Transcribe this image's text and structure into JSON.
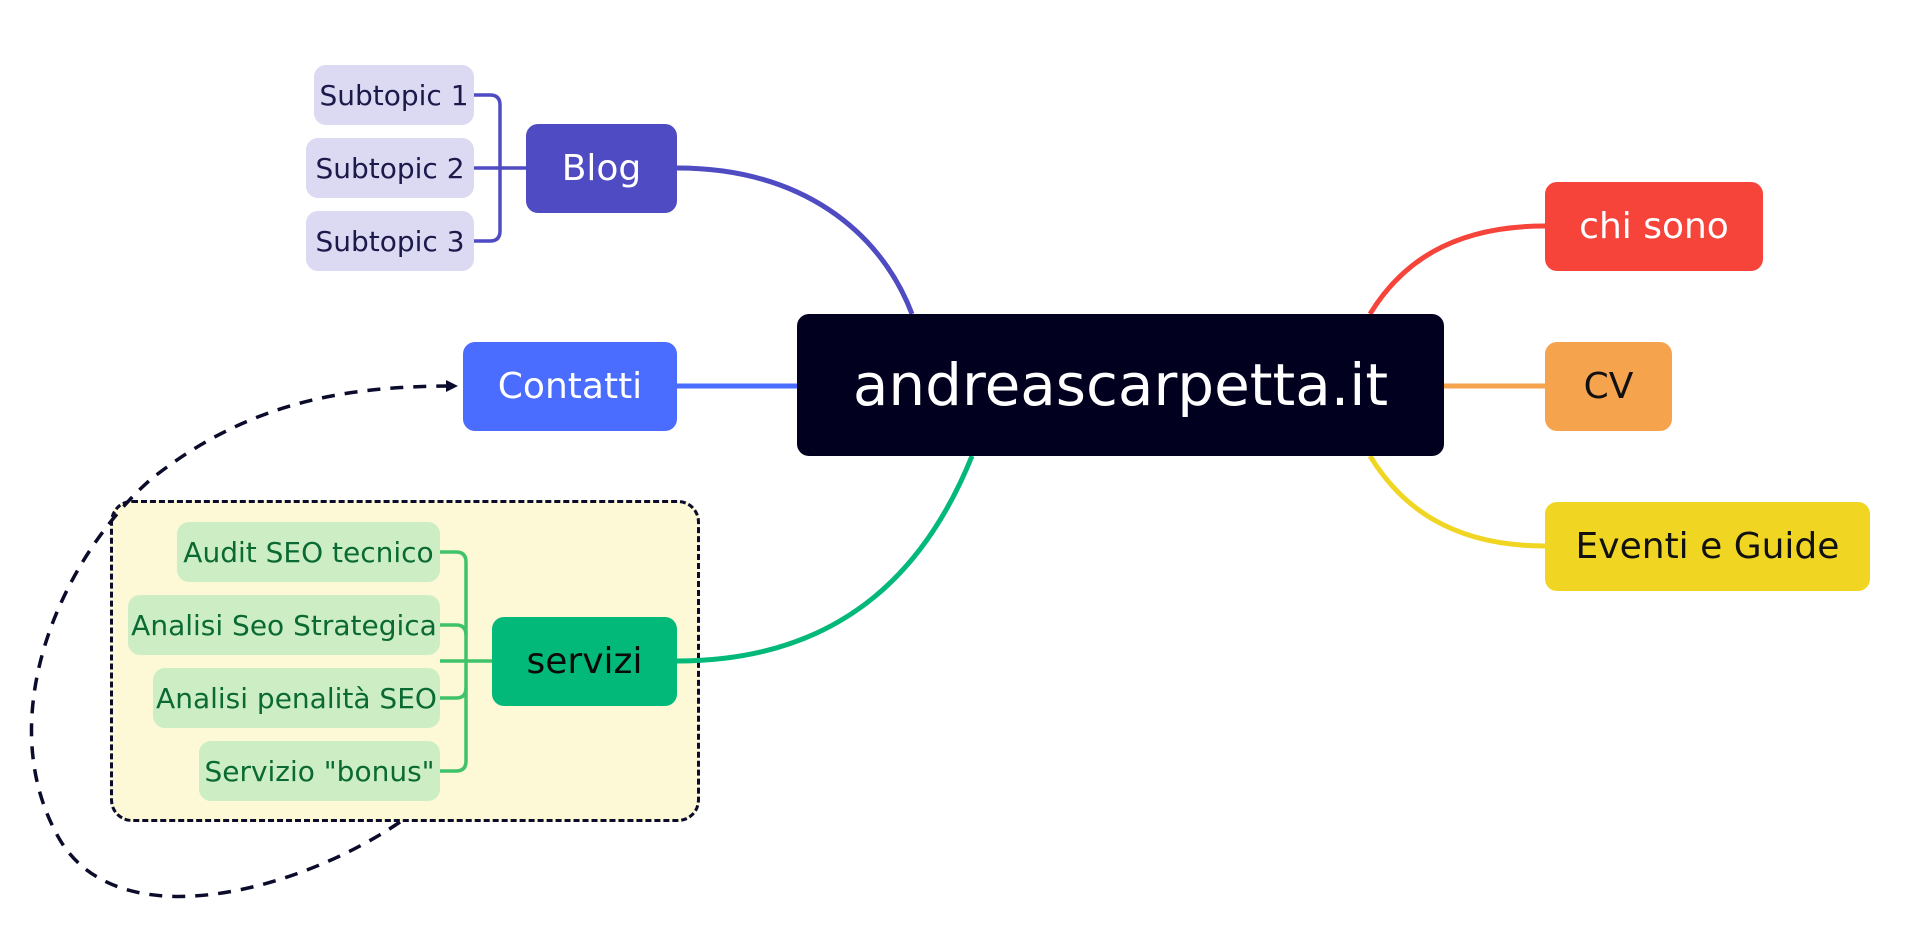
{
  "colors": {
    "central_bg": "#01011f",
    "blog": "#4f4bc2",
    "blog_sub_bg": "#dcd9f2",
    "blog_sub_text": "#1c1a4a",
    "contatti": "#4a6cff",
    "servizi": "#03b97a",
    "servizi_sub_bg": "#cdeec4",
    "servizi_sub_text": "#0b6a33",
    "servizi_link": "#3fc26a",
    "chi_sono": "#f6443b",
    "cv": "#f6a34e",
    "eventi": "#f1d523",
    "group_bg": "#fdf8d6",
    "dashed": "#0b0b2b"
  },
  "central": {
    "label": "andreascarpetta.it"
  },
  "topics": {
    "blog": {
      "label": "Blog",
      "subtopics": [
        "Subtopic 1",
        "Subtopic 2",
        "Subtopic 3"
      ]
    },
    "contatti": {
      "label": "Contatti"
    },
    "servizi": {
      "label": "servizi",
      "subtopics": [
        "Audit SEO tecnico",
        "Analisi Seo Strategica",
        "Analisi penalità SEO",
        "Servizio \"bonus\""
      ]
    },
    "chi_sono": {
      "label": "chi sono"
    },
    "cv": {
      "label": "CV"
    },
    "eventi": {
      "label": "Eventi e Guide"
    }
  }
}
